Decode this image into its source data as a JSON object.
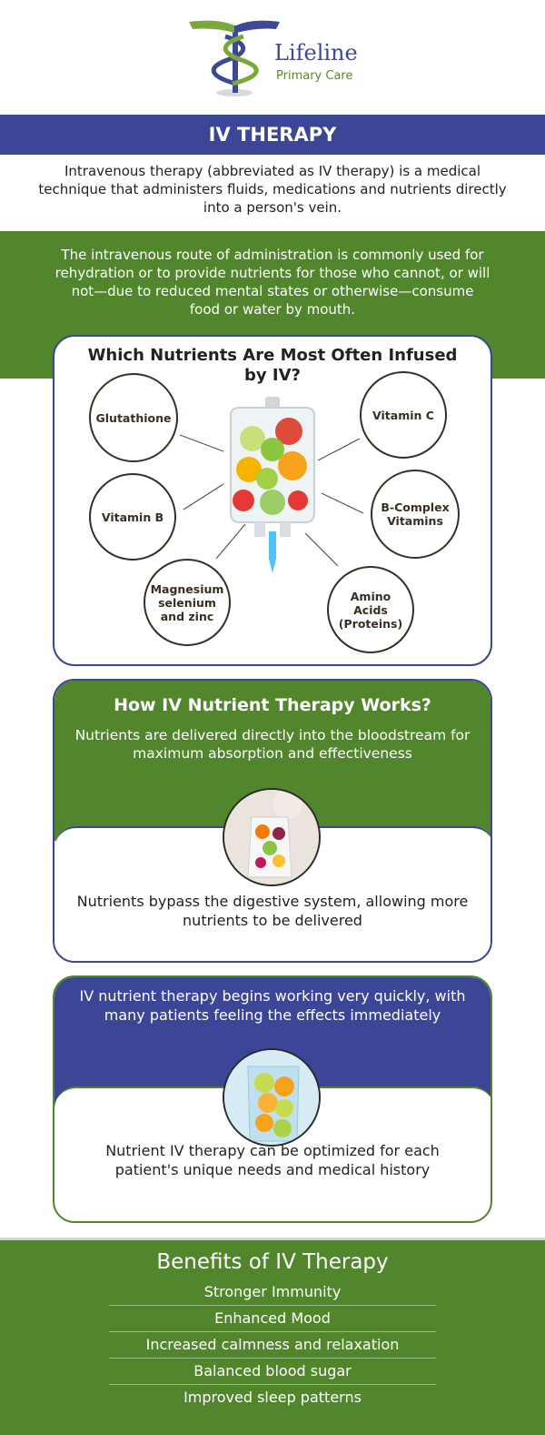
{
  "brand": {
    "name": "Lifeline",
    "subtitle": "Primary Care",
    "colors": {
      "blue": "#3c4696",
      "green": "#52862c"
    }
  },
  "title_bar": {
    "label": "IV THERAPY"
  },
  "intro": {
    "text": "Intravenous therapy (abbreviated as IV therapy) is a medical technique that administers fluids, medications and nutrients directly into a person's vein."
  },
  "route": {
    "text": "The intravenous route of administration is commonly used for rehydration or to provide nutrients for those who cannot, or will not—due to reduced mental states or otherwise—consume food or water by mouth."
  },
  "nutrients": {
    "title": "Which Nutrients Are Most Often Infused by IV?",
    "items": [
      "Glutathione",
      "Vitamin C",
      "Vitamin B",
      "B-Complex Vitamins",
      "Magnesium selenium and zinc",
      "Amino Acids (Proteins)"
    ],
    "image_icon": "iv-bag-with-fruits-icon"
  },
  "how": {
    "title": "How IV Nutrient Therapy Works?",
    "text1": "Nutrients are delivered directly into the bloodstream for maximum absorption and effectiveness",
    "text2": "Nutrients bypass the digestive system, allowing more nutrients to be delivered",
    "image_icon": "hand-holding-iv-bag-icon"
  },
  "quick": {
    "text1": "IV nutrient therapy begins working very quickly, with many patients feeling the effects immediately",
    "text2": "Nutrient IV therapy can be optimized for each patient's unique needs and medical history",
    "image_icon": "citrus-in-water-icon"
  },
  "benefits": {
    "title": "Benefits of IV Therapy",
    "items": [
      "Stronger Immunity",
      "Enhanced Mood",
      "Increased calmness and relaxation",
      "Balanced blood sugar",
      "Improved sleep patterns"
    ]
  }
}
